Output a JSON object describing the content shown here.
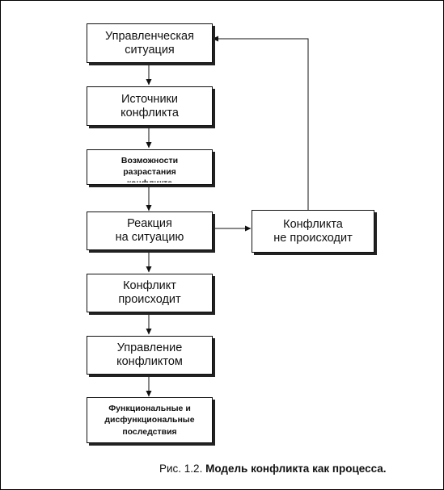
{
  "boxes": {
    "situation": [
      "Управленческая",
      "ситуация"
    ],
    "sources": [
      "Источники",
      "конфликта"
    ],
    "growth": [
      "Возможности",
      "разрастания",
      "конфликта"
    ],
    "reaction": [
      "Реакция",
      "на ситуацию"
    ],
    "occurs": [
      "Конфликт",
      "происходит"
    ],
    "management": [
      "Управление",
      "конфликтом"
    ],
    "consequences": [
      "Функциональные и",
      "дисфункциональные",
      "последствия"
    ],
    "not_occurs": [
      "Конфликта",
      "не происходит"
    ]
  },
  "caption": {
    "prefix": "Рис. 1.2.",
    "title": "Модель конфликта как процесса."
  }
}
